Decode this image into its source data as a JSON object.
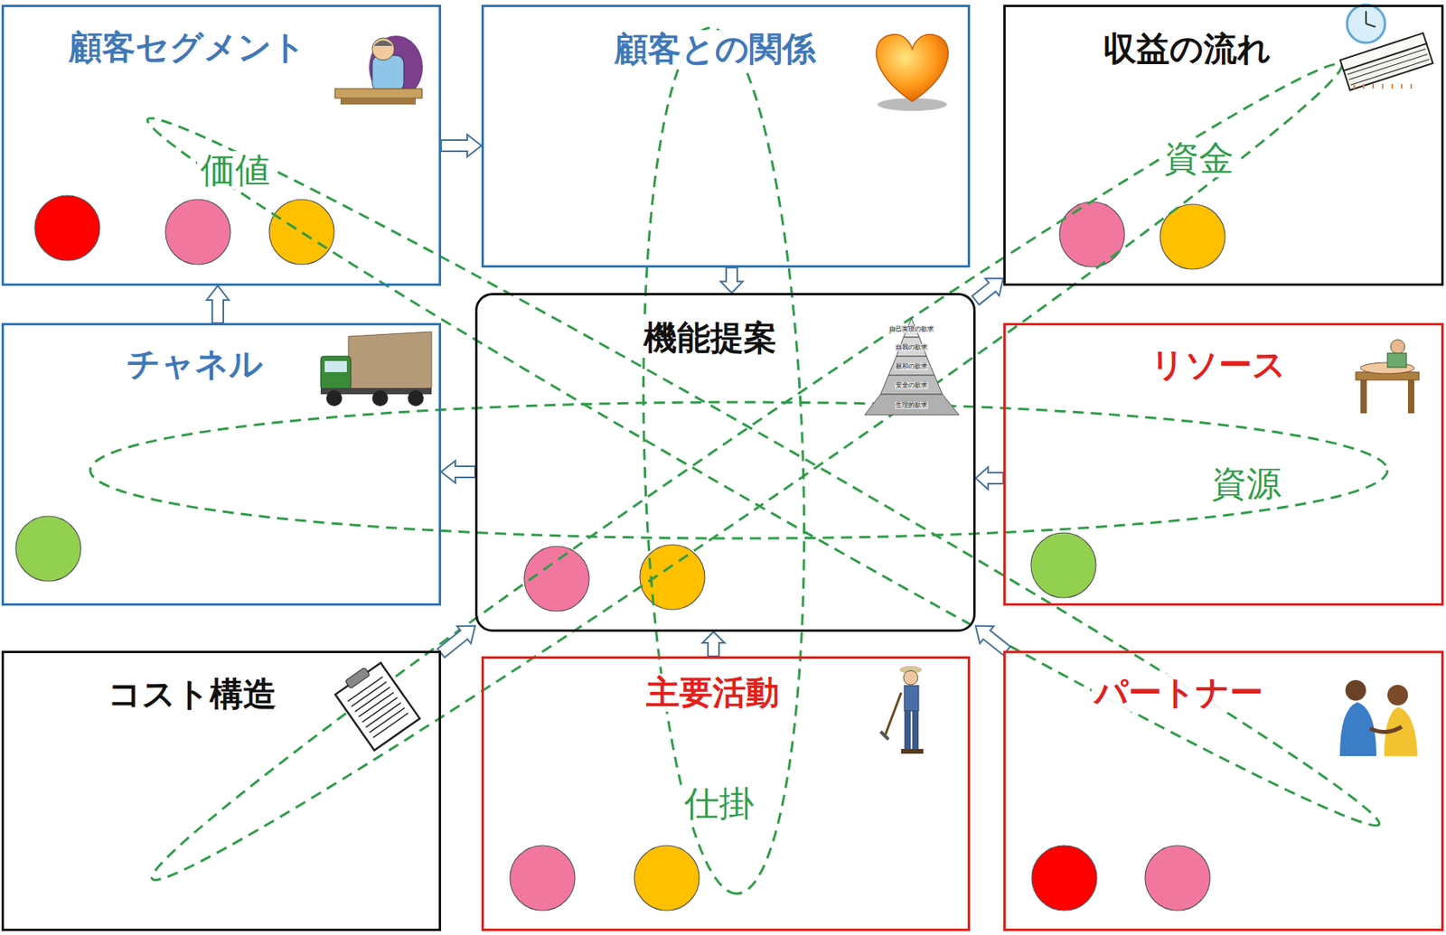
{
  "diagram": {
    "nodes": [
      {
        "text": [
          "顧客セグメント"
        ]
      },
      {
        "text": [
          "顧客との関係"
        ]
      },
      {
        "text": [
          "収益の流れ"
        ]
      },
      {
        "text": [
          "チャネル"
        ]
      },
      {
        "text": [
          "機能提案"
        ]
      },
      {
        "text": [
          "リソース"
        ]
      },
      {
        "text": [
          "コスト構造"
        ]
      },
      {
        "text": [
          "主要活動"
        ]
      },
      {
        "text": [
          "パートナー"
        ]
      }
    ],
    "edges": [
      {
        "from": 0,
        "to": 1,
        "arrow": "to"
      },
      {
        "from": 1,
        "to": 4,
        "arrow": "to"
      },
      {
        "from": 4,
        "to": 2,
        "arrow": "to"
      },
      {
        "from": 4,
        "to": 3,
        "arrow": "to"
      },
      {
        "from": 3,
        "to": 0,
        "arrow": "to"
      },
      {
        "from": 5,
        "to": 4,
        "arrow": "to"
      },
      {
        "from": 7,
        "to": 4,
        "arrow": "to"
      },
      {
        "from": 8,
        "to": 4,
        "arrow": "to"
      },
      {
        "from": 6,
        "to": 4,
        "arrow": "to"
      }
    ],
    "labels": [
      "価値",
      "資金",
      "資源",
      "仕掛",
      "自己実現の欲求",
      "自我の欲求",
      "親和の欲求",
      "安全の欲求",
      "生理的欲求"
    ]
  }
}
